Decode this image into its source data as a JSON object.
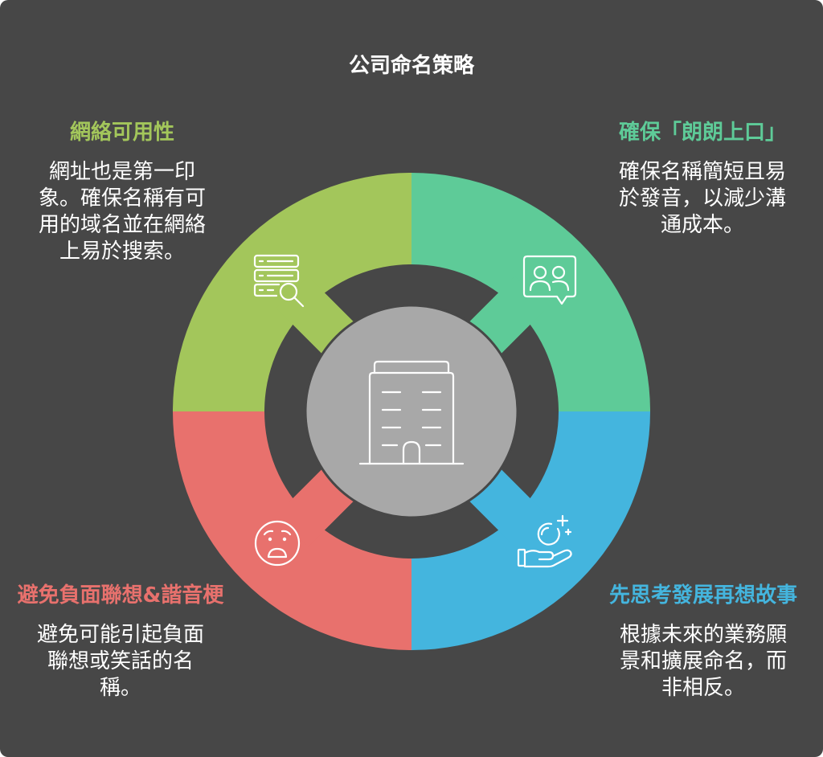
{
  "title": "公司命名策略",
  "colors": {
    "background": "#474747",
    "text": "#ffffff"
  },
  "center": {
    "icon": "building-icon",
    "fill": "#a8a8a8"
  },
  "segments": [
    {
      "heading": "網絡可用性",
      "body": [
        "網址也是第一印",
        "象。確保名稱有可",
        "用的域名並在網絡",
        "上易於搜索。"
      ],
      "color": "#a3c65b",
      "icon": "server-search-icon"
    },
    {
      "heading": "確保「朗朗上口」",
      "body": [
        "確保名稱簡短且易",
        "於發音，以減少溝",
        "通成本。"
      ],
      "color": "#5ecb98",
      "icon": "chat-users-icon"
    },
    {
      "heading": "先思考發展再想故事",
      "body": [
        "根據未來的業務願",
        "景和擴展命名，而",
        "非相反。"
      ],
      "color": "#44b5de",
      "icon": "hand-sparkle-icon"
    },
    {
      "heading": "避免負面聯想&諧音梗",
      "body": [
        "避免可能引起負面",
        "聯想或笑話的名",
        "稱。"
      ],
      "color": "#e8716d",
      "icon": "sad-face-icon"
    }
  ]
}
